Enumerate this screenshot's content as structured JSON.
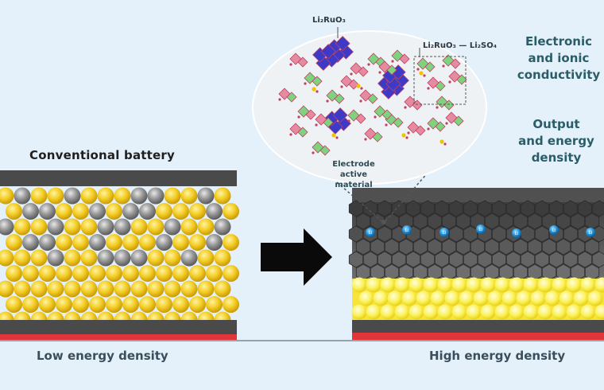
{
  "left": {
    "title": "Conventional battery",
    "caption": "Low energy density"
  },
  "right": {
    "caption": "High energy density",
    "property_1_line1": "Electronic",
    "property_1_line2": "and ionic",
    "property_1_line3": "conductivity",
    "property_2_line1": "Output",
    "property_2_line2": "and energy",
    "property_2_line3": "density",
    "li_marker": "Li"
  },
  "zoom": {
    "material_label": "Li₂RuO₃",
    "composite_label": "Li₂RuO₃ — Li₂SO₄",
    "electrode_line1": "Electrode",
    "electrode_line2": "active material"
  },
  "colors": {
    "background": "#e4f1fa",
    "yellow_particle": "#f2cb1e",
    "gray_particle": "#8f8f8f",
    "collector_dark": "#4a4a4a",
    "collector_red": "#e0353b",
    "li_ion": "#1e8ed8",
    "octa_green": "#7fd27f",
    "octa_pink": "#e58aa0",
    "octa_blue": "#3b3bcf"
  },
  "icons": [
    "right-arrow-icon"
  ]
}
